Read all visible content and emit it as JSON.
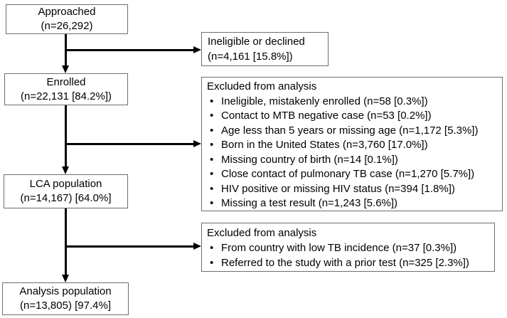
{
  "figure": {
    "background": "#ffffff",
    "box_border_color": "#6e6e6e",
    "arrow_color": "#000000",
    "text_color": "#000000"
  },
  "main_boxes": [
    {
      "label": "Approached",
      "count": "(n=26,292)"
    },
    {
      "label": "Enrolled",
      "count": "(n=22,131 [84.2%])"
    },
    {
      "label": "LCA population",
      "count": "(n=14,167) [64.0%]"
    },
    {
      "label": "Analysis population",
      "count": "(n=13,805) [97.4%]"
    }
  ],
  "side_boxes": [
    {
      "title": "Ineligible or declined",
      "count": "(n=4,161 [15.8%])",
      "items": []
    },
    {
      "title": "Excluded from analysis",
      "items": [
        "Ineligible, mistakenly enrolled (n=58 [0.3%])",
        "Contact to MTB negative case (n=53 [0.2%])",
        "Age less than 5 years or missing age (n=1,172 [5.3%])",
        "Born in the United States (n=3,760 [17.0%])",
        "Missing country of birth (n=14 [0.1%])",
        "Close contact of pulmonary TB case (n=1,270 [5.7%])",
        "HIV positive or missing HIV status (n=394 [1.8%])",
        "Missing a test result (n=1,243 [5.6%])"
      ]
    },
    {
      "title": "Excluded from analysis",
      "items": [
        "From country with low TB incidence (n=37 [0.3%])",
        "Referred to the study with a prior test (n=325 [2.3%])"
      ]
    }
  ]
}
